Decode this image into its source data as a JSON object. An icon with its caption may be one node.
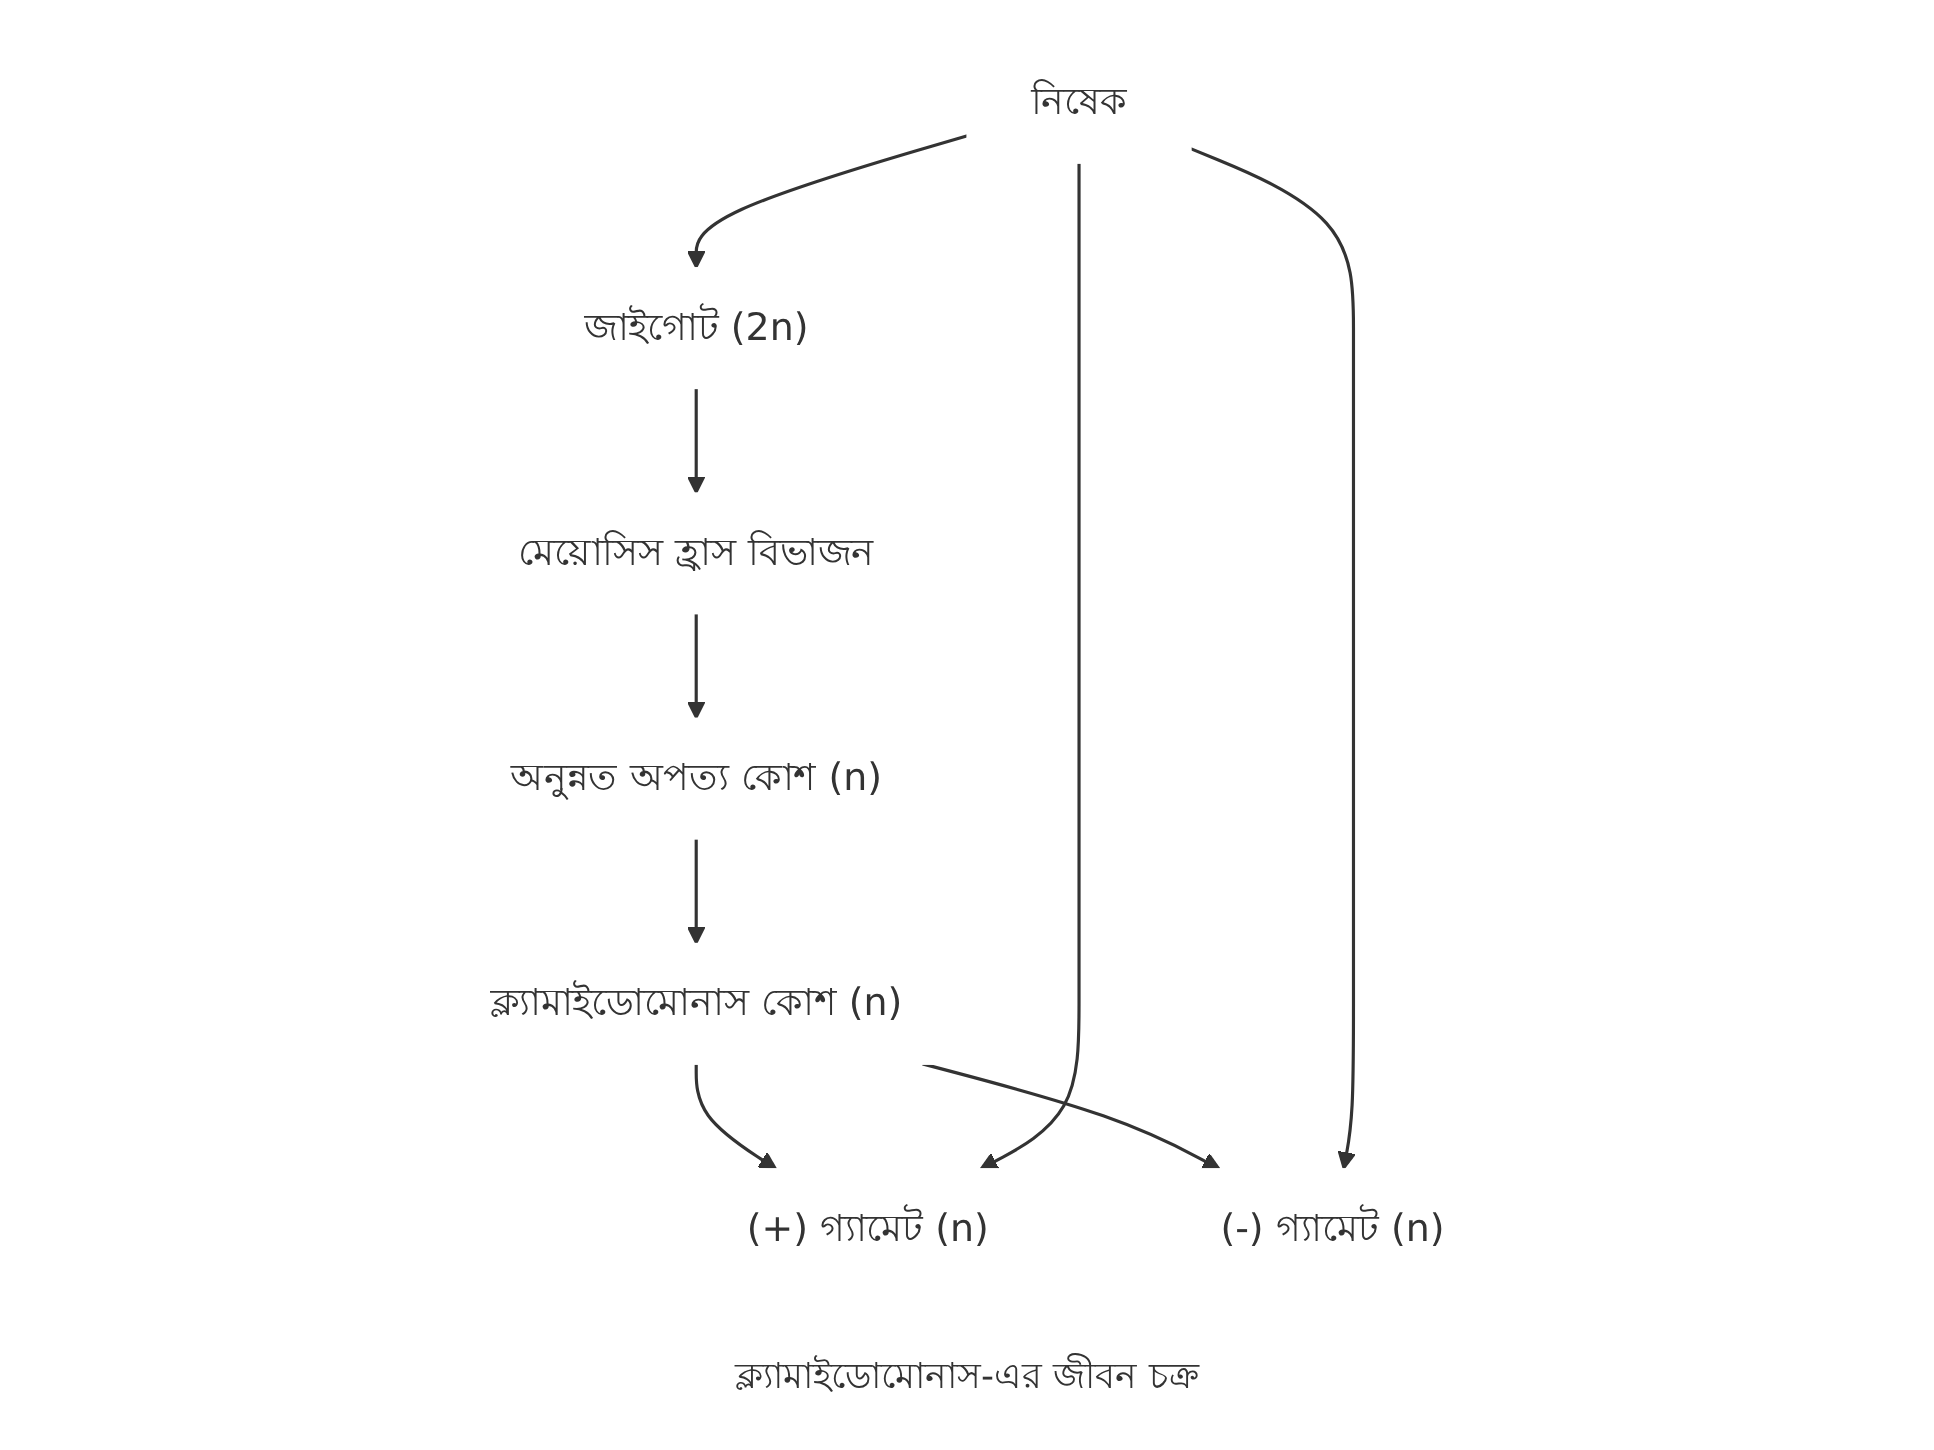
{
  "diagram": {
    "caption": "ক্ল্যামাইডোমোনাস-এর জীবন চক্র",
    "nodes": [
      {
        "text": [
          "ক্ল্যামাইডোমোনাস কোশ (n)"
        ]
      },
      {
        "text": [
          "অনুন্নত অপত্য কোশ (n)"
        ]
      },
      {
        "text": [
          "(+) গ্যামেট (n)"
        ]
      },
      {
        "text": [
          "(-) গ্যামেট (n)"
        ]
      },
      {
        "text": [
          "মেয়োসিস হ্রাস বিভাজন"
        ]
      },
      {
        "text": [
          "নিষেক"
        ]
      },
      {
        "text": [
          "জাইগোট (2n)"
        ]
      }
    ],
    "edges": [
      {
        "from": 0,
        "to": 2,
        "arrow": "to"
      },
      {
        "from": 0,
        "to": 3,
        "arrow": "to"
      },
      {
        "from": 5,
        "to": 2,
        "arrow": "to"
      },
      {
        "from": 5,
        "to": 3,
        "arrow": "to"
      },
      {
        "from": 5,
        "to": 6,
        "arrow": "to"
      },
      {
        "from": 6,
        "to": 4,
        "arrow": "to"
      },
      {
        "from": 4,
        "to": 1,
        "arrow": "to"
      },
      {
        "from": 1,
        "to": 0,
        "arrow": "to"
      }
    ]
  }
}
